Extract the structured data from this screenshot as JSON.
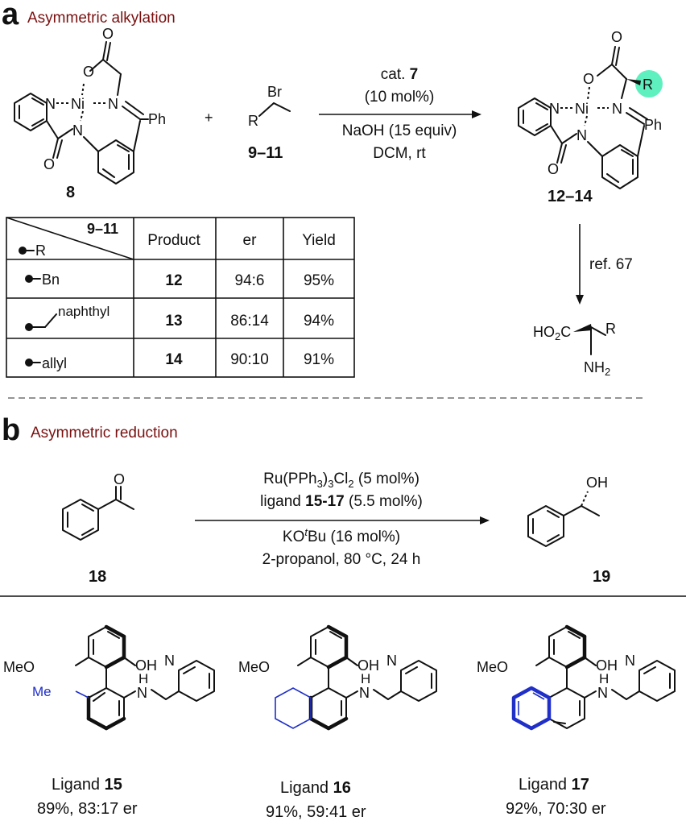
{
  "sectionA": {
    "letter": "a",
    "title": "Asymmetric alkylation",
    "reactant_label": "8",
    "plus": "+",
    "bromide_label": "9–11",
    "bromide_atoms": {
      "br": "Br",
      "r": "R"
    },
    "complex_atoms": {
      "o1": "O",
      "o2": "O",
      "o3": "O",
      "n1": "N",
      "n2": "N",
      "n3": "N",
      "ni": "Ni",
      "ph": "Ph"
    },
    "conditions": {
      "cat_prefix": "cat.",
      "cat_num": "7",
      "loading": "(10 mol%)",
      "base": "NaOH (15 equiv)",
      "solvent": "DCM, rt"
    },
    "product_label": "12–14",
    "product_r": "R",
    "ref": "ref. 67",
    "amino_acid": {
      "ho2c": "HO",
      "two": "2",
      "c": "C",
      "r": "R",
      "nh": "NH",
      "nh2sub": "2"
    },
    "table": {
      "corner_top": "9–11",
      "corner_bottom": "R",
      "headers": [
        "Product",
        "er",
        "Yield"
      ],
      "rows": [
        {
          "r": "Bn",
          "product": "12",
          "er": "94:6",
          "yield": "95%"
        },
        {
          "r": "naphthyl",
          "product": "13",
          "er": "86:14",
          "yield": "94%"
        },
        {
          "r": "allyl",
          "product": "14",
          "er": "90:10",
          "yield": "91%"
        }
      ]
    }
  },
  "sectionB": {
    "letter": "b",
    "title": "Asymmetric reduction",
    "substrate_label": "18",
    "substrate_atoms": {
      "o": "O"
    },
    "product_label": "19",
    "product_atoms": {
      "oh": "OH"
    },
    "conditions": {
      "line1_a": "Ru(PPh",
      "line1_sub3": "3",
      "line1_b": ")",
      "line1_sub3b": "3",
      "line1_c": "Cl",
      "line1_sub2": "2",
      "line1_d": " (5 mol%)",
      "line2_a": "ligand ",
      "line2_b": "15-17",
      "line2_c": " (5.5 mol%)",
      "line3_a": "KO",
      "line3_sup": "t",
      "line3_b": "Bu (16 mol%)",
      "line4": "2-propanol, 80 °C, 24 h"
    },
    "ligands": [
      {
        "prefix": "Ligand ",
        "num": "15",
        "result": "89%, 83:17 er",
        "substituent": "Me"
      },
      {
        "prefix": "Ligand ",
        "num": "16",
        "result": "91%, 59:41 er"
      },
      {
        "prefix": "Ligand ",
        "num": "17",
        "result": "92%, 70:30 er"
      }
    ],
    "ligand_atoms": {
      "meo": "MeO",
      "oh": "OH",
      "h": "H",
      "n": "N",
      "npy": "N"
    }
  },
  "colors": {
    "title": "#7a1010",
    "highlight": "#5ff0c0",
    "blue": "#1f2fc8"
  }
}
